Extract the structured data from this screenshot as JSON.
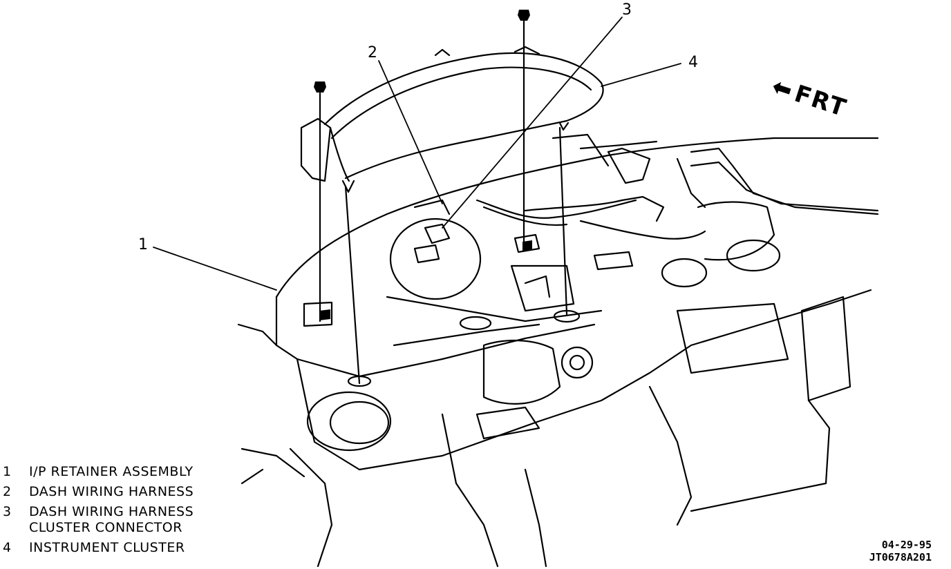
{
  "callouts": [
    {
      "number": "1"
    },
    {
      "number": "2"
    },
    {
      "number": "3"
    },
    {
      "number": "4"
    }
  ],
  "legend": [
    {
      "number": "1",
      "text": "I/P RETAINER ASSEMBLY"
    },
    {
      "number": "2",
      "text": "DASH WIRING HARNESS"
    },
    {
      "number": "3",
      "text": "DASH WIRING HARNESS\nCLUSTER CONNECTOR"
    },
    {
      "number": "4",
      "text": "INSTRUMENT CLUSTER"
    }
  ],
  "direction_label": "FRT",
  "figure_date": "04-29-95",
  "figure_code": "JT0678A201",
  "colors": {
    "ink": "#000000",
    "paper": "#ffffff"
  }
}
